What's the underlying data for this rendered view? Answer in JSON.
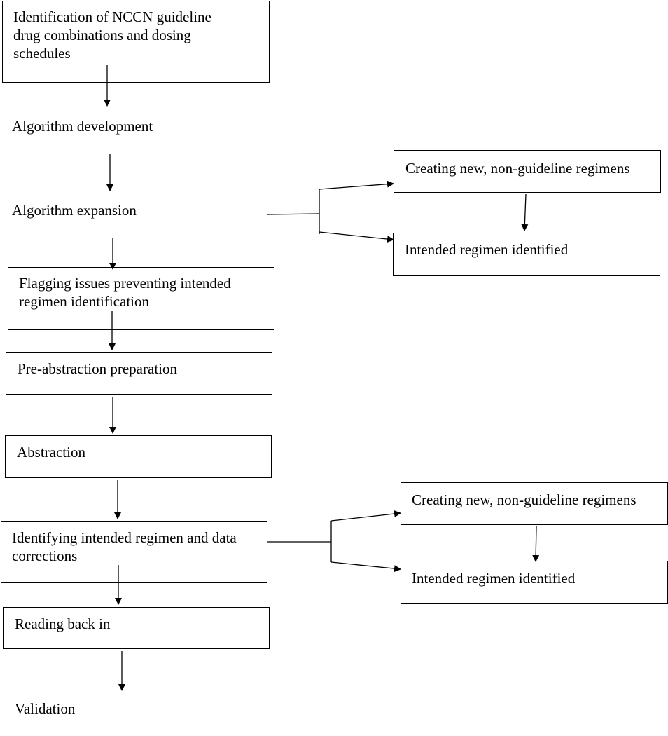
{
  "flowchart": {
    "steps": [
      {
        "label": "Identification of NCCN guideline\ndrug combinations and dosing\nschedules"
      },
      {
        "label": "Algorithm development"
      },
      {
        "label": "Algorithm expansion"
      },
      {
        "label": "Flagging issues preventing intended\nregimen identification"
      },
      {
        "label": "Pre-abstraction preparation"
      },
      {
        "label": "Abstraction"
      },
      {
        "label": "Identifying intended regimen and data\ncorrections"
      },
      {
        "label": "Reading back in"
      },
      {
        "label": "Validation"
      }
    ],
    "branch_1": {
      "new_regimens": "Creating new, non-guideline regimens",
      "identified": "Intended regimen identified"
    },
    "branch_2": {
      "new_regimens": "Creating new, non-guideline regimens",
      "identified": "Intended regimen identified"
    }
  }
}
